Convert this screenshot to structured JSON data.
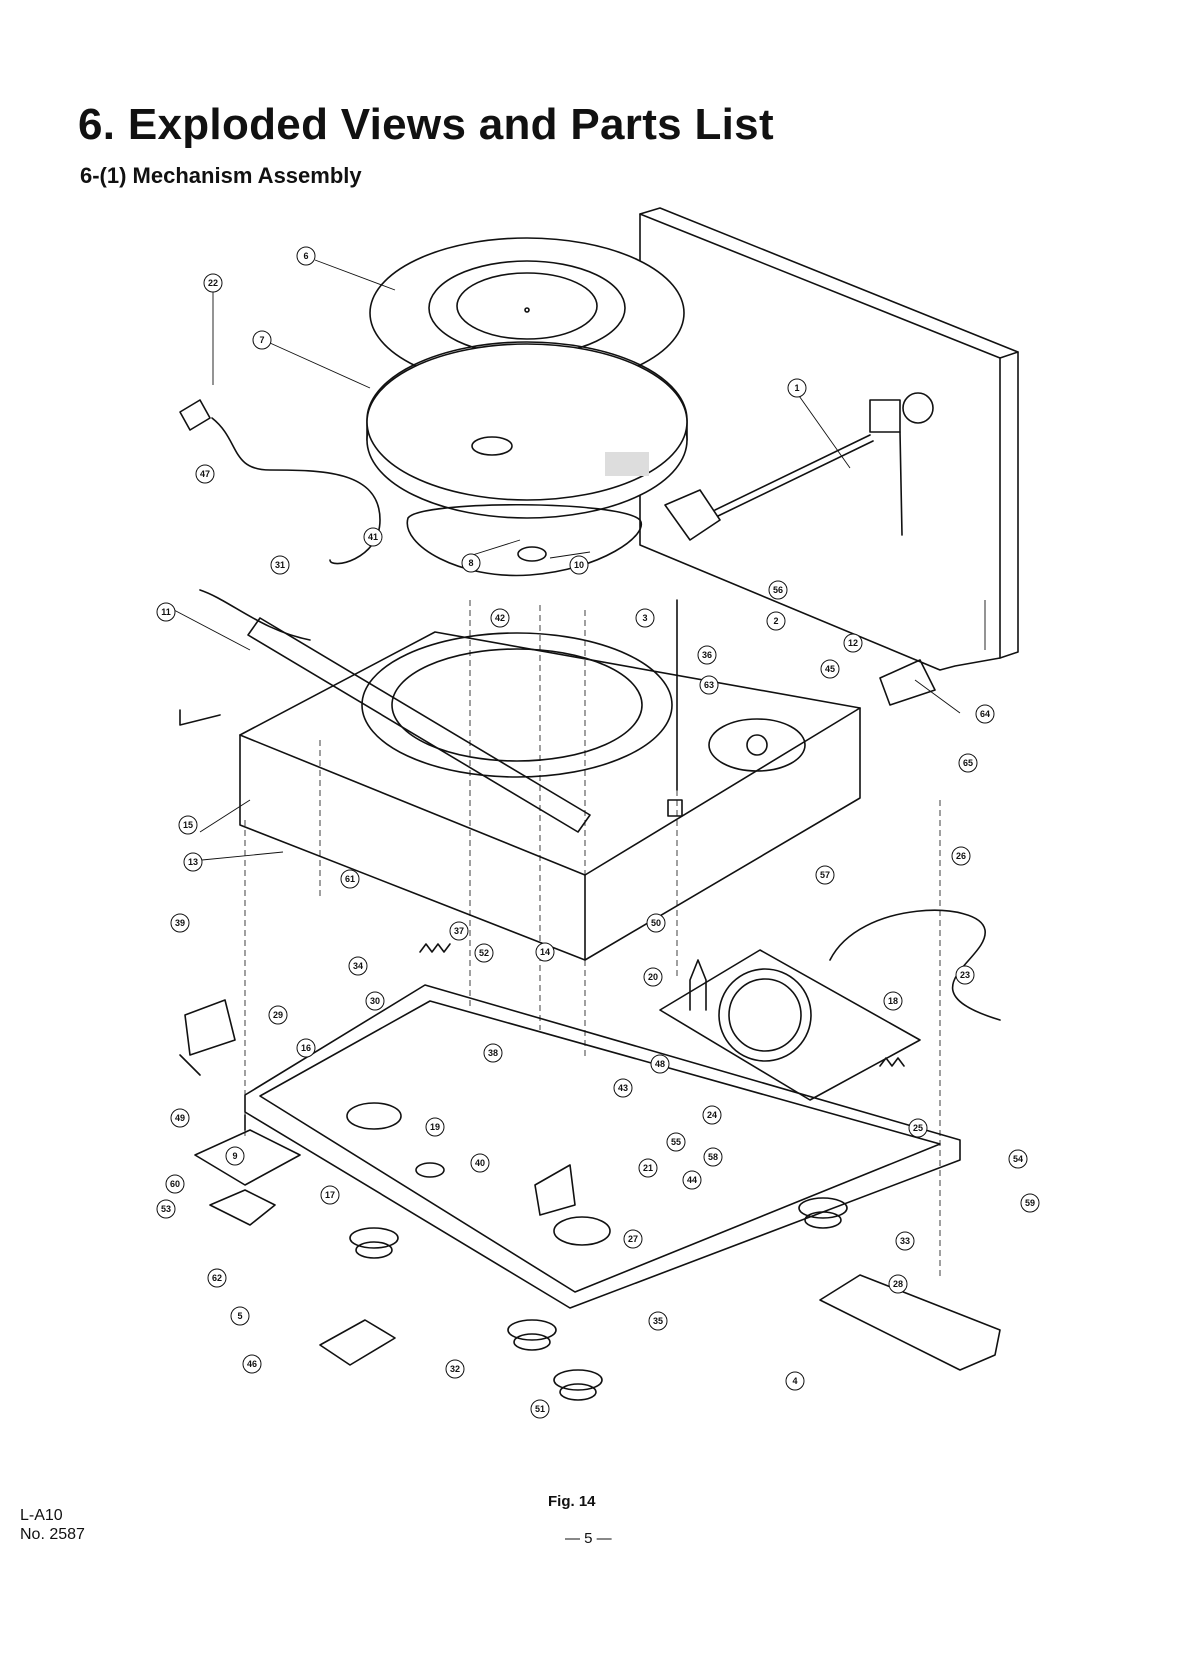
{
  "header": {
    "title": "6. Exploded Views and Parts List",
    "subtitle": "6-(1) Mechanism Assembly"
  },
  "figure": {
    "caption": "Fig. 14"
  },
  "footer": {
    "model": "L-A10",
    "doc_number": "No. 2587",
    "page": "— 5 —"
  },
  "callouts": [
    "1",
    "2",
    "3",
    "4",
    "5",
    "6",
    "7",
    "8",
    "9",
    "10",
    "11",
    "12",
    "13",
    "14",
    "15",
    "16",
    "17",
    "18",
    "19",
    "20",
    "21",
    "22",
    "23",
    "24",
    "25",
    "26",
    "27",
    "28",
    "29",
    "30",
    "31",
    "32",
    "33",
    "34",
    "35",
    "36",
    "37",
    "38",
    "39",
    "40",
    "41",
    "42",
    "43",
    "44",
    "45",
    "46",
    "47",
    "48",
    "49",
    "50",
    "51",
    "52",
    "53",
    "54",
    "55",
    "56",
    "57",
    "58",
    "59",
    "60",
    "61",
    "62",
    "63",
    "64",
    "65"
  ]
}
